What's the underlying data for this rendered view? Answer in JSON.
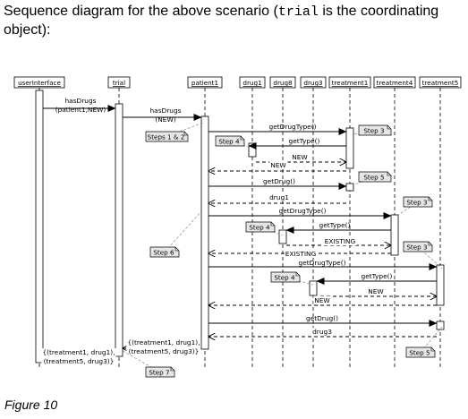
{
  "heading": {
    "prefix": "Sequence diagram for the above scenario (",
    "code": "trial",
    "suffix": " is the coordinating object):"
  },
  "caption": "Figure 10",
  "lifelines": [
    {
      "id": "ui",
      "label": "userInterface"
    },
    {
      "id": "trial",
      "label": "trial"
    },
    {
      "id": "patient",
      "label": "patient1"
    },
    {
      "id": "drug1",
      "label": "drug1"
    },
    {
      "id": "drug8",
      "label": "drug8"
    },
    {
      "id": "drug3",
      "label": "drug3"
    },
    {
      "id": "t1",
      "label": "treatment1"
    },
    {
      "id": "t4",
      "label": "treatment4"
    },
    {
      "id": "t5",
      "label": "treatment5"
    }
  ],
  "messages": [
    {
      "from": "ui",
      "to": "trial",
      "label": "hasDrugs\n(patient1,NEW)",
      "type": "call"
    },
    {
      "from": "trial",
      "to": "patient",
      "label": "hasDrugs\n(NEW)",
      "type": "call"
    },
    {
      "from": "patient",
      "to": "t1",
      "label": "getDrugType()",
      "type": "call"
    },
    {
      "from": "t1",
      "to": "drug1",
      "label": "getType()",
      "type": "call"
    },
    {
      "from": "drug1",
      "to": "t1",
      "label": "NEW",
      "type": "return"
    },
    {
      "from": "t1",
      "to": "patient",
      "label": "NEW",
      "type": "return"
    },
    {
      "from": "patient",
      "to": "t1",
      "label": "getDrug()",
      "type": "call"
    },
    {
      "from": "t1",
      "to": "patient",
      "label": "drug1",
      "type": "return"
    },
    {
      "from": "patient",
      "to": "t4",
      "label": "getDrugType()",
      "type": "call"
    },
    {
      "from": "t4",
      "to": "drug8",
      "label": "getType()",
      "type": "call"
    },
    {
      "from": "drug8",
      "to": "t4",
      "label": "EXISTING",
      "type": "return"
    },
    {
      "from": "t4",
      "to": "patient",
      "label": "EXISTING",
      "type": "return"
    },
    {
      "from": "patient",
      "to": "t5",
      "label": "getDrugType()",
      "type": "call"
    },
    {
      "from": "t5",
      "to": "drug3",
      "label": "getType()",
      "type": "call"
    },
    {
      "from": "drug3",
      "to": "t5",
      "label": "NEW",
      "type": "return"
    },
    {
      "from": "t5",
      "to": "patient",
      "label": "NEW",
      "type": "return"
    },
    {
      "from": "patient",
      "to": "t5",
      "label": "getDrug()",
      "type": "call"
    },
    {
      "from": "t5",
      "to": "patient",
      "label": "drug3",
      "type": "return"
    },
    {
      "from": "patient",
      "to": "trial",
      "label": "{(treatment1, drug1),\n(treatment5, drug3)}",
      "type": "return"
    },
    {
      "from": "trial",
      "to": "ui",
      "label": "{(treatment1, drug1),\n(treatment5, drug3)}",
      "type": "return"
    }
  ],
  "notes": [
    {
      "label": "Steps 1 & 2"
    },
    {
      "label": "Step 3"
    },
    {
      "label": "Step 4"
    },
    {
      "label": "Step 5"
    },
    {
      "label": "Step 3"
    },
    {
      "label": "Step 4"
    },
    {
      "label": "Step 6"
    },
    {
      "label": "Step 3"
    },
    {
      "label": "Step 4"
    },
    {
      "label": "Step 5"
    },
    {
      "label": "Step 7"
    }
  ]
}
